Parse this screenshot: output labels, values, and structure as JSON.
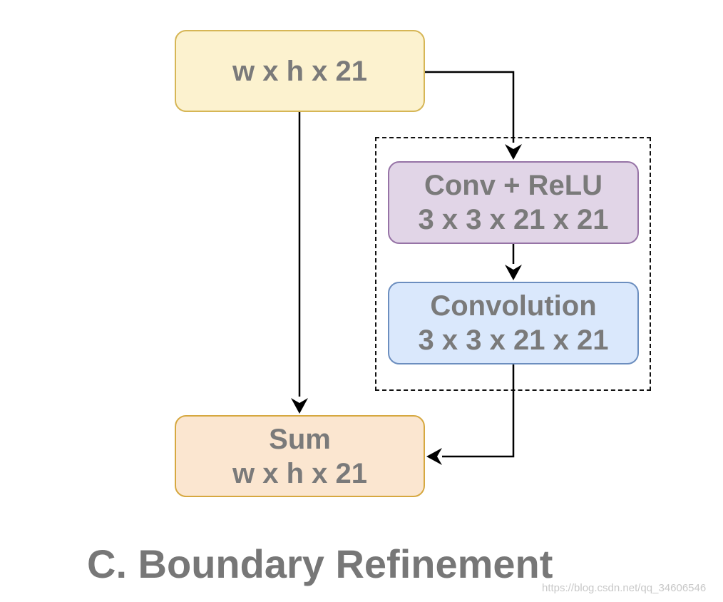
{
  "nodes": {
    "input": {
      "line1": "w x h x 21"
    },
    "conv_relu": {
      "line1": "Conv + ReLU",
      "line2": "3 x 3 x 21 x 21"
    },
    "convolution": {
      "line1": "Convolution",
      "line2": "3 x 3 x 21 x 21"
    },
    "sum": {
      "line1": "Sum",
      "line2": "w x h x 21"
    }
  },
  "caption": "C. Boundary Refinement",
  "watermark": "https://blog.csdn.net/qq_34606546",
  "colors": {
    "input_fill": "#fcf2cf",
    "input_border": "#d6b656",
    "conv_relu_fill": "#e1d5e7",
    "conv_relu_border": "#9673a6",
    "convolution_fill": "#dae8fc",
    "convolution_border": "#6c8ebf",
    "sum_fill": "#fbe6d0",
    "sum_border": "#d6a840",
    "text": "#7a7a7a",
    "arrow": "#000000"
  },
  "edges": [
    {
      "from": "input",
      "to": "conv_relu"
    },
    {
      "from": "input",
      "to": "sum"
    },
    {
      "from": "conv_relu",
      "to": "convolution"
    },
    {
      "from": "convolution",
      "to": "sum"
    }
  ]
}
